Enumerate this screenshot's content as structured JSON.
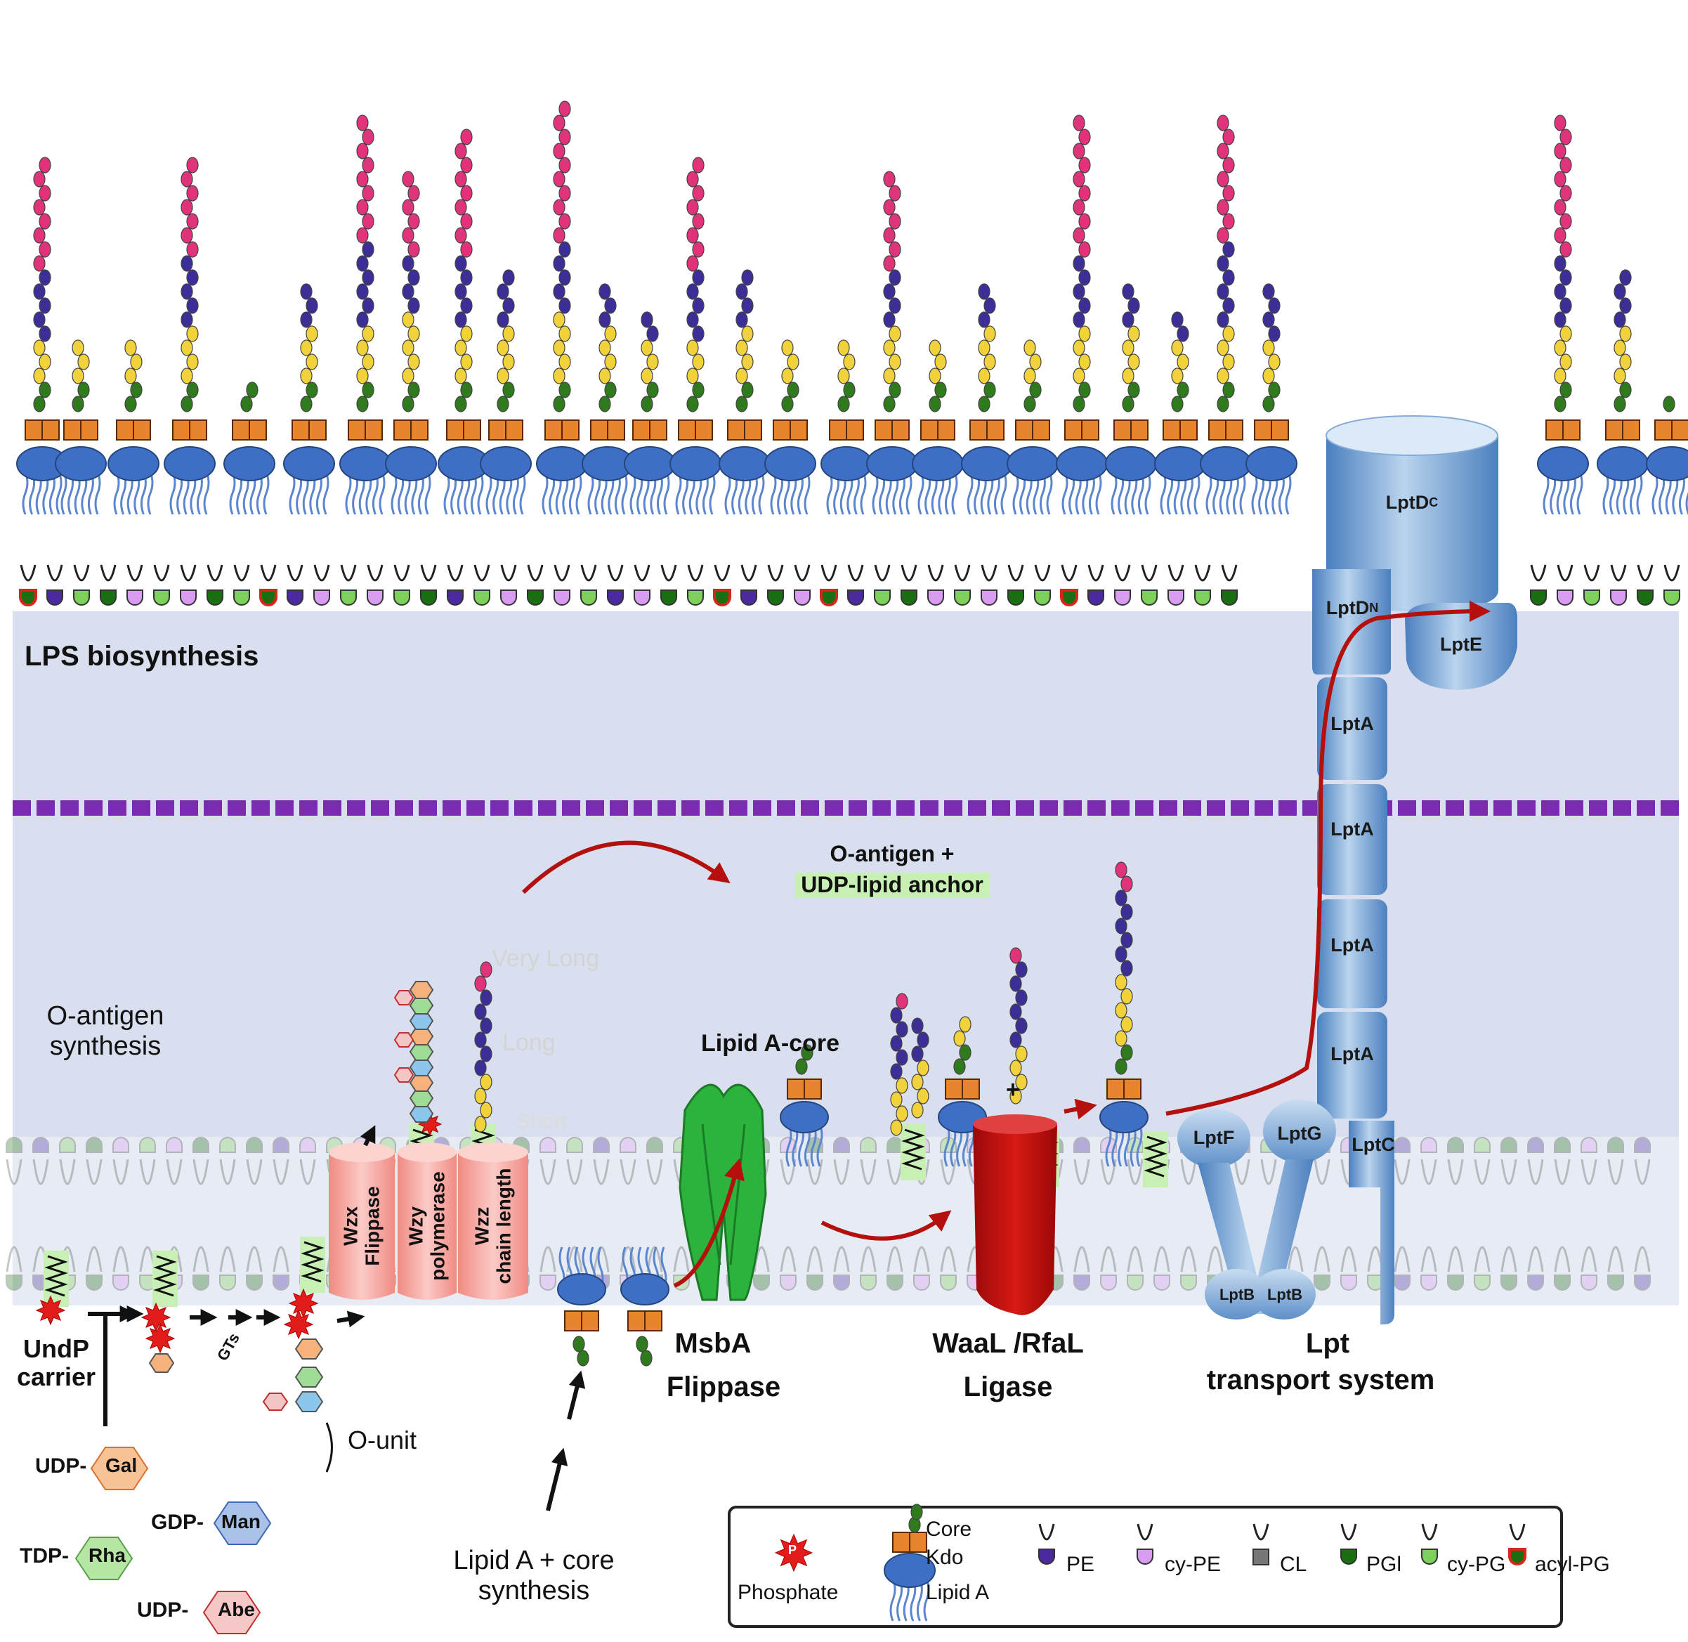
{
  "sections": {
    "lps_biosynthesis": "LPS biosynthesis",
    "oantigen_line1": "O-antigen",
    "oantigen_line2": "synthesis"
  },
  "proteins": {
    "wzx": "Wzx",
    "wzx_sub": "Flippase",
    "wzy": "Wzy",
    "wzy_sub": "polymerase",
    "wzz": "Wzz",
    "wzz_sub": "chain length",
    "lptdc": "LptD",
    "lptdc_sub": "C",
    "lptdn": "LptD",
    "lptdn_sub": "N",
    "lpte": "LptE",
    "lpta": [
      "LptA",
      "LptA",
      "LptA",
      "LptA"
    ],
    "lptf": "LptF",
    "lptg": "LptG",
    "lptc": "LptC",
    "lptb": [
      "LptB",
      "LptB"
    ]
  },
  "labels": {
    "oantigen_anchor_1": "O-antigen +",
    "oantigen_anchor_2": "UDP-lipid anchor",
    "lipid_a_core": "Lipid A-core",
    "msba_1": "MsbA",
    "msba_2": "Flippase",
    "waal_1": "WaaL /RfaL",
    "waal_2": "Ligase",
    "lpt_1": "Lpt",
    "lpt_2": "transport system",
    "undp_1": "UndP",
    "undp_2": "carrier",
    "gts": "GTs",
    "ounit": "O-unit",
    "lipidA_synth_1": "Lipid A + core",
    "lipidA_synth_2": "synthesis",
    "plus": "+",
    "faded_very_long": "Very Long",
    "faded_long": "Long",
    "faded_short": "Short"
  },
  "sugars": {
    "udp": "UDP-",
    "gal": "Gal",
    "gdp": "GDP-",
    "man": "Man",
    "tdp": "TDP-",
    "rha": "Rha",
    "udp2": "UDP-",
    "abe": "Abe"
  },
  "legend": {
    "phosphate": "Phosphate",
    "p": "P",
    "core": "Core",
    "kdo": "Kdo",
    "lipid_a": "Lipid A",
    "pe": "PE",
    "cy_pe": "cy-PE",
    "cl": "CL",
    "pgl": "PGl",
    "cy_pg": "cy-PG",
    "acyl_pg": "acyl-PG"
  },
  "colors": {
    "o_antigen_pink": "#e0337a",
    "o_antigen_purple": "#3b2f97",
    "core_yellow": "#f1d23a",
    "core_green": "#2f7a1c",
    "kdo_orange": "#e8842c",
    "lipid_a_blue": "#3f6fc4",
    "periplasm": "#d9dfee",
    "peptidoglycan": "#7a2bb0",
    "arrow_red": "#b3100e",
    "wz_pink": "#f4a9a3",
    "msba_green": "#2cb33d",
    "waal_red": "#c01010",
    "lpt_blue": "#6f9fd0"
  }
}
